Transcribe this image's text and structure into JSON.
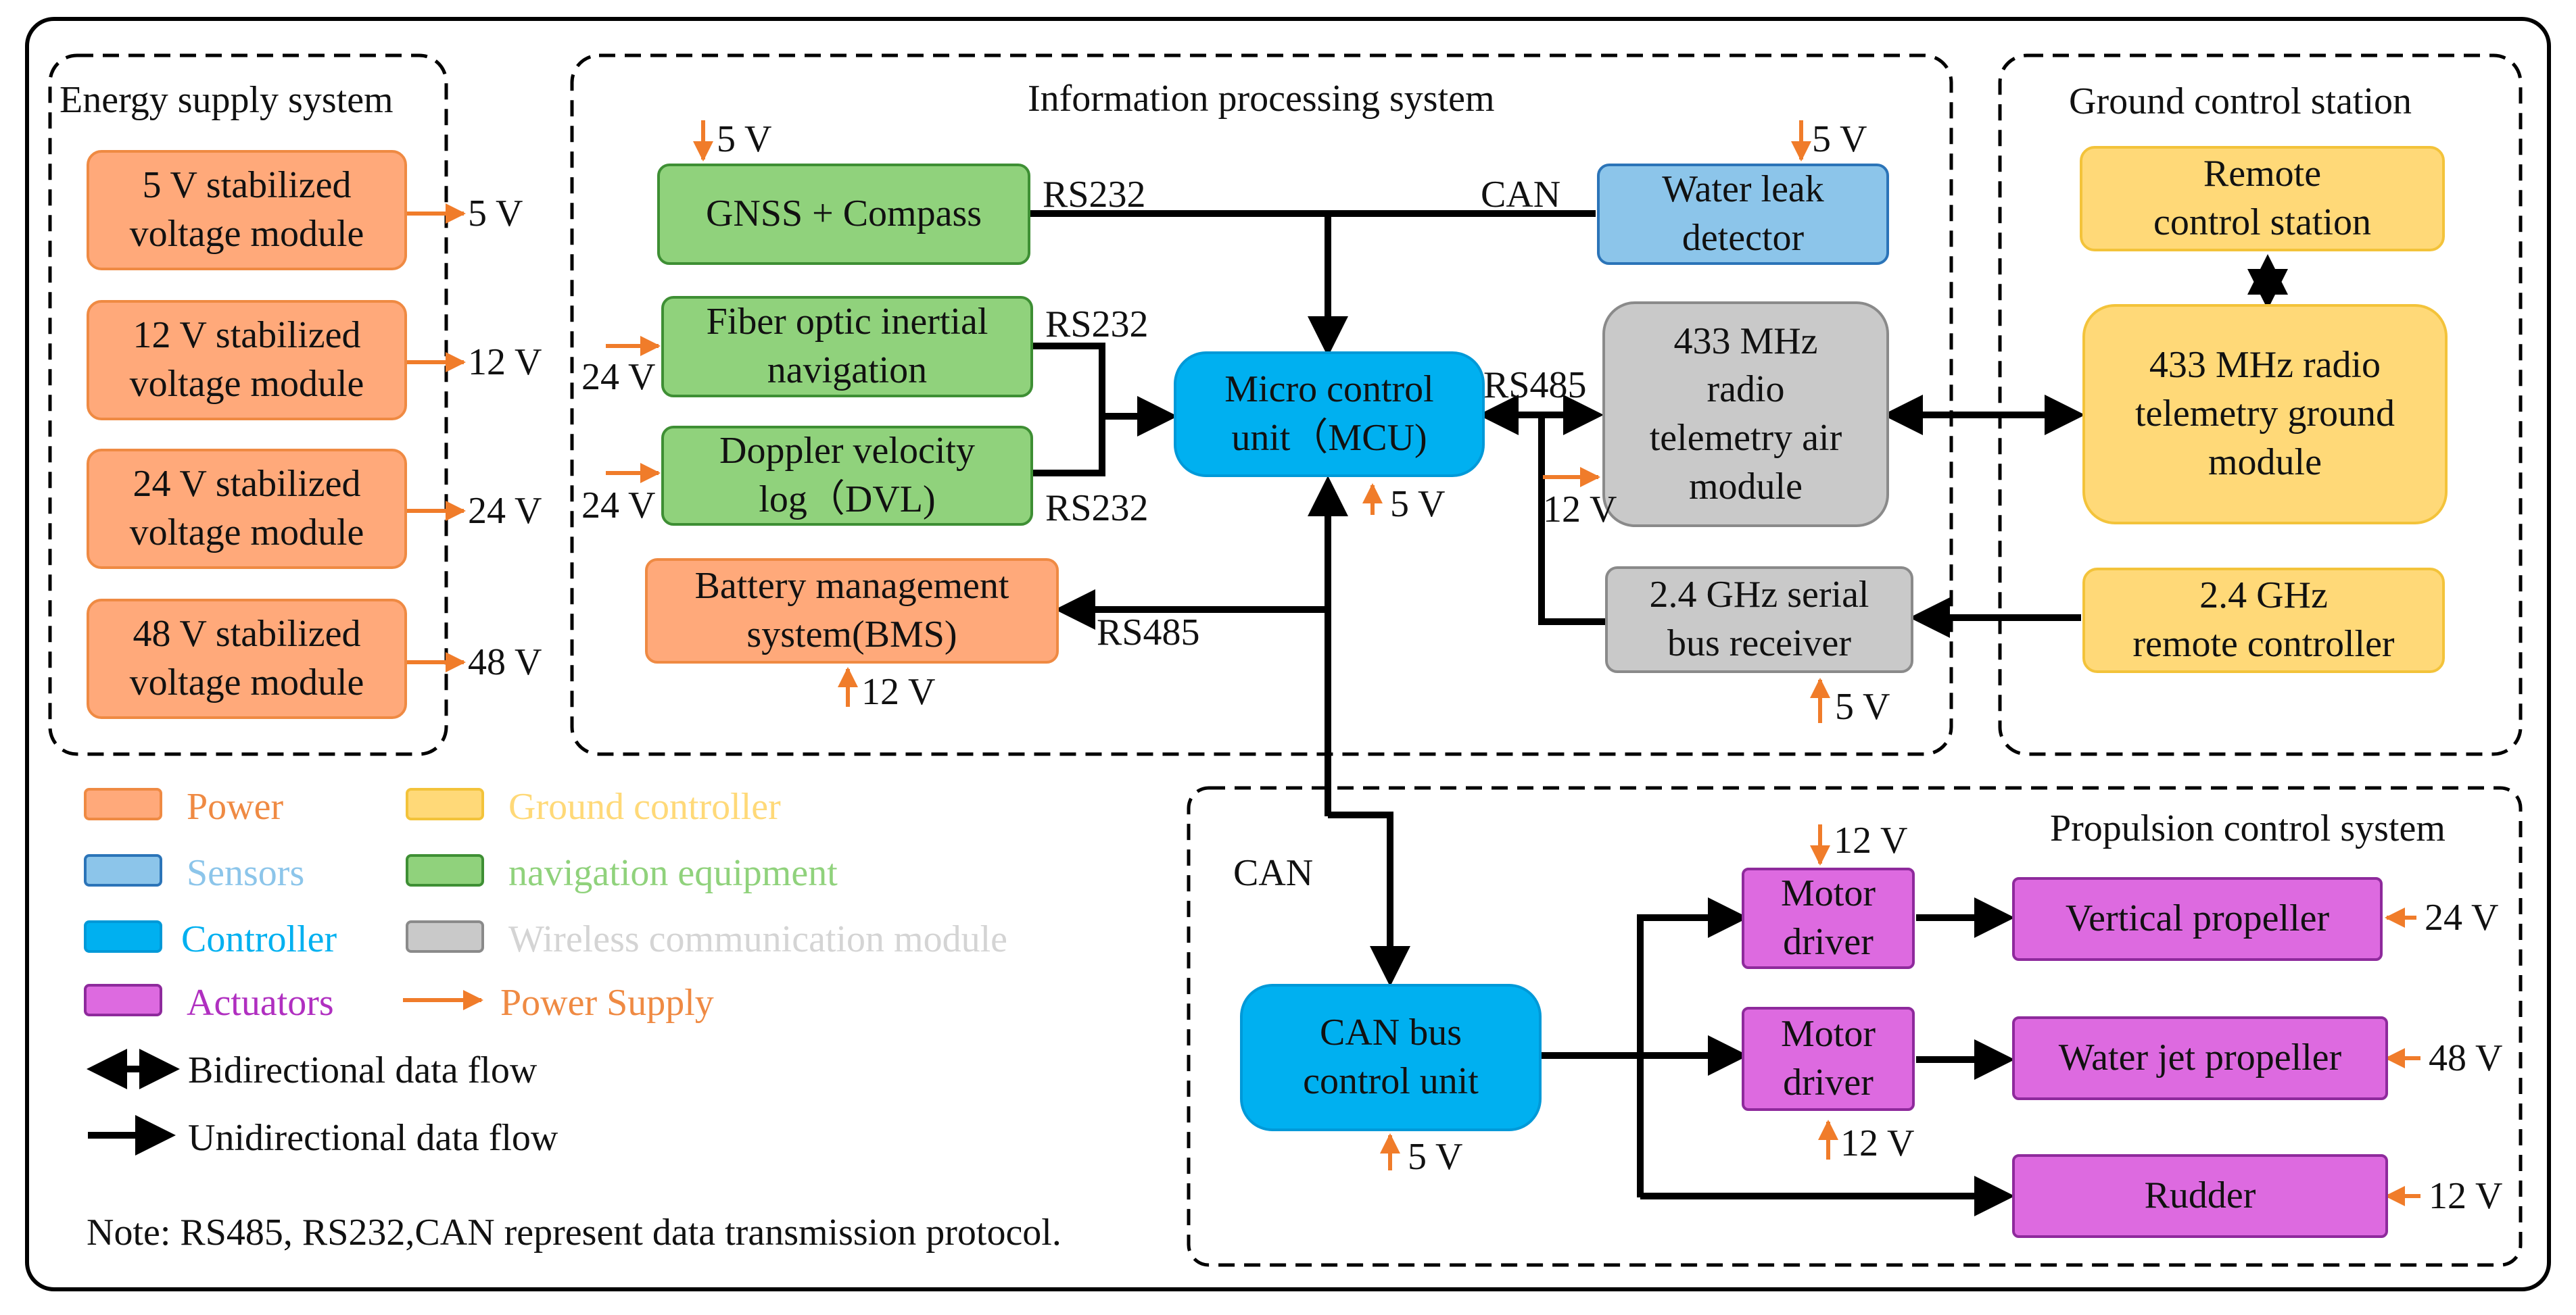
{
  "systems": {
    "energy_title": "Energy supply system",
    "info_title": "Information processing system",
    "ground_title": "Ground control station",
    "propulsion_title": "Propulsion control system"
  },
  "energy_modules": [
    "5 V stabilized\nvoltage module",
    "12 V stabilized\nvoltage module",
    "24 V stabilized\nvoltage module",
    "48 V stabilized\nvoltage module"
  ],
  "energy_outputs": [
    "5 V",
    "12 V",
    "24 V",
    "48 V"
  ],
  "boxes": {
    "gnss": "GNSS + Compass",
    "water_leak": "Water leak\ndetector",
    "fiber": "Fiber optic inertial\nnavigation",
    "dvl": "Doppler velocity\nlog（DVL)",
    "mcu": "Micro control\nunit（MCU)",
    "radio_air": "433 MHz\nradio\ntelemetry air\nmodule",
    "bms": "Battery management\nsystem(BMS)",
    "serial_rx": "2.4 GHz serial\nbus receiver",
    "remote_station": "Remote\ncontrol station",
    "radio_ground": "433 MHz radio\ntelemetry ground\nmodule",
    "remote_controller": "2.4 GHz\nremote controller",
    "can_unit": "CAN bus\ncontrol unit",
    "motor1": "Motor\ndriver",
    "motor2": "Motor\ndriver",
    "vertical": "Vertical propeller",
    "waterjet": "Water jet propeller",
    "rudder": "Rudder"
  },
  "labels": {
    "rs232_gnss": "RS232",
    "can_leak": "CAN",
    "rs232_fiber": "RS232",
    "rs232_dvl": "RS232",
    "rs485_mcu": "RS485",
    "rs485_bms": "RS485",
    "can_bus": "CAN"
  },
  "power_labels": {
    "gnss": "5 V",
    "leak": "5 V",
    "fiber": "24 V",
    "dvl": "24 V",
    "mcu": "5 V",
    "radio_air": "12 V",
    "bms": "12 V",
    "serial_rx": "5 V",
    "can_unit": "5 V",
    "motor1": "12 V",
    "motor2": "12 V",
    "vertical": "24 V",
    "waterjet": "48 V",
    "rudder": "12 V"
  },
  "legend": {
    "items": [
      {
        "label": "Power",
        "color": "#ef8a43"
      },
      {
        "label": "Ground controller",
        "color": "#ffd978"
      },
      {
        "label": "Sensors",
        "color": "#8cc5ea"
      },
      {
        "label": "navigation equipment",
        "color": "#90d27c"
      },
      {
        "label": "Controller",
        "color": "#00b0f0"
      },
      {
        "label": "Wireless communication module",
        "color": "#c9c9c9"
      },
      {
        "label": "Actuators",
        "color": "#b02fc0"
      },
      {
        "label": "Power Supply",
        "color": "#ef8a43"
      }
    ],
    "bidirectional": "Bidirectional data flow",
    "unidirectional": "Unidirectional data flow"
  },
  "note": "Note: RS485, RS232,CAN represent data transmission protocol."
}
